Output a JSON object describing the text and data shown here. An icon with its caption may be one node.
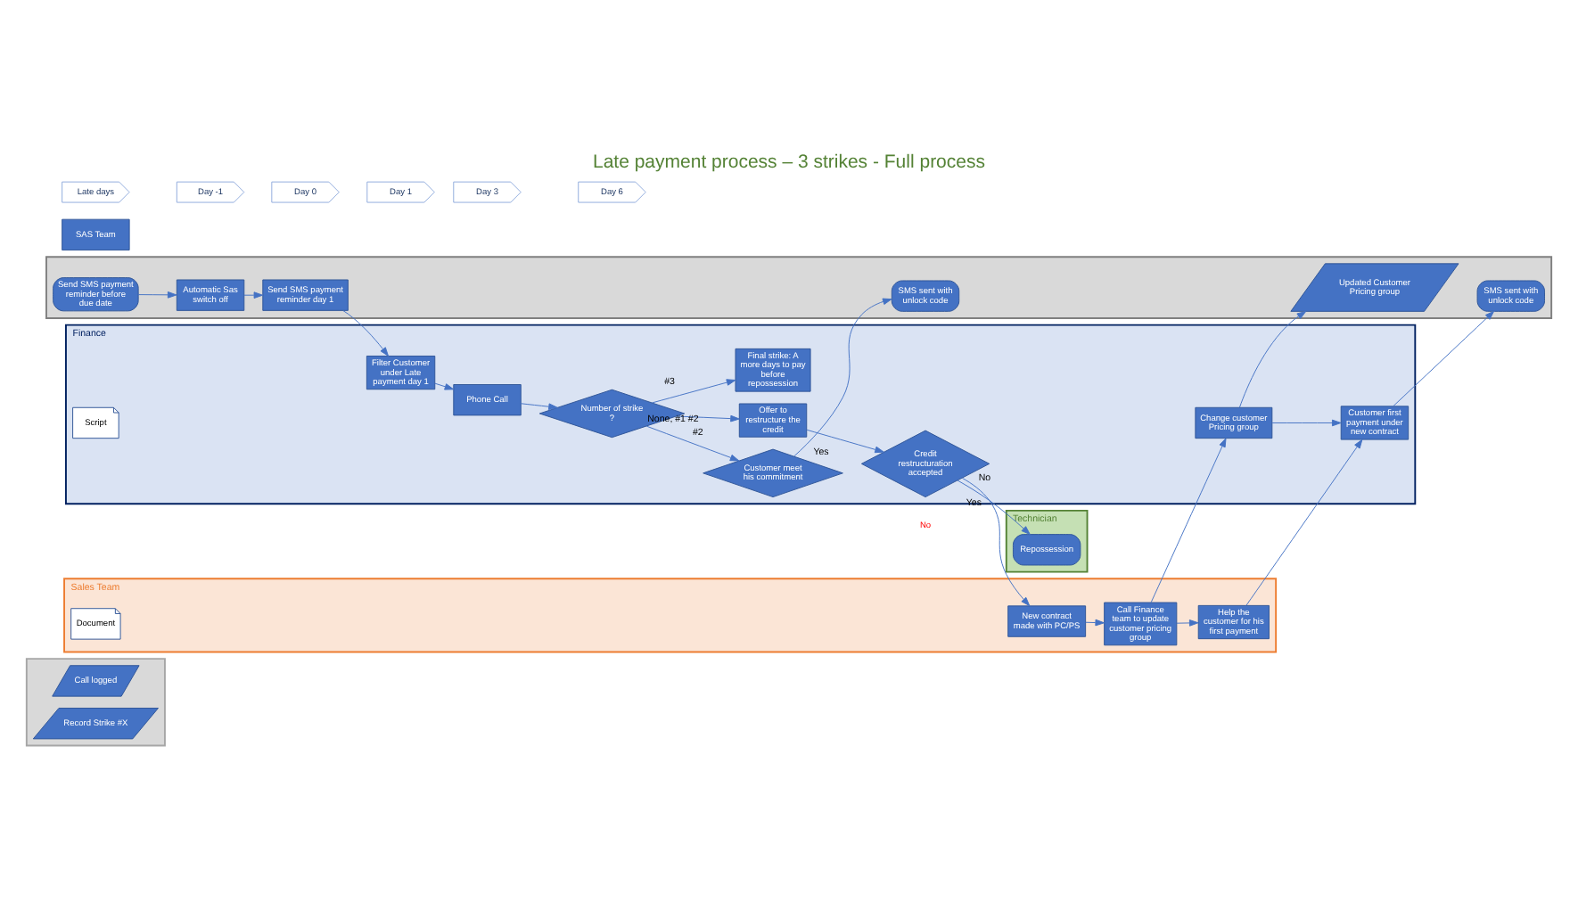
{
  "diagram": {
    "title": "Late payment process – 3 strikes - Full process",
    "nodes": [
      {
        "text": [
          "Late days"
        ]
      },
      {
        "text": [
          "Day -1"
        ]
      },
      {
        "text": [
          "Day 0"
        ]
      },
      {
        "text": [
          "Day 1"
        ]
      },
      {
        "text": [
          "Day 3"
        ]
      },
      {
        "text": [
          "Day 6"
        ]
      },
      {
        "text": [
          "Technician"
        ]
      },
      {
        "text": [
          "Repossession"
        ],
        "in": 6
      },
      {
        "text": [
          "SAS Team"
        ]
      },
      {
        "text": [
          "Sales Team"
        ]
      },
      {
        "text": [
          "New contract made with PC/PS"
        ],
        "in": 9
      },
      {
        "text": [
          "Call Finance team to update customer pricing group"
        ],
        "in": 9
      },
      {
        "text": [
          "Help the customer for his first payment"
        ],
        "in": 9
      },
      {
        "text": [
          "Document"
        ],
        "in": 9
      },
      {
        "text": [
          "Finance"
        ]
      },
      {
        "text": [
          "Filter Customer under Late payment day 1"
        ],
        "in": 14
      },
      {
        "text": [
          "Phone Call"
        ],
        "in": 14
      },
      {
        "text": [
          "Script"
        ],
        "in": 14
      },
      {
        "text": [
          "Number of strike ?"
        ],
        "in": 14
      },
      {
        "text": [
          "Final strike: A more days to pay before repossession"
        ],
        "in": 14
      },
      {
        "text": [
          "Offer to restructure the credit"
        ],
        "in": 14
      },
      {
        "text": [
          "Credit restructuration accepted"
        ],
        "in": 14
      },
      {
        "text": [
          "Customer meet his commitment"
        ],
        "in": 14
      },
      {
        "text": [
          "Change customer Pricing group"
        ],
        "in": 14
      },
      {
        "text": [
          "Customer first payment under new contract"
        ],
        "in": 14
      },
      {
        "text": [],
        "shape": "box"
      },
      {
        "text": [
          "Send SMS payment reminder before due date"
        ],
        "in": 25
      },
      {
        "text": [
          "Automatic Sas switch off"
        ],
        "in": 25
      },
      {
        "text": [
          "Send SMS payment reminder day 1"
        ],
        "in": 25
      },
      {
        "text": [
          "SMS sent with unlock code"
        ],
        "in": 25
      },
      {
        "text": [
          "Updated Customer Pricing group"
        ],
        "in": 25
      },
      {
        "text": [
          "SMS sent with unlock code"
        ],
        "in": 25
      },
      {
        "text": [],
        "shape": "box"
      },
      {
        "text": [
          "Call logged"
        ],
        "in": 32
      },
      {
        "text": [
          "Record Strike #X"
        ],
        "in": 32
      }
    ],
    "edges": [
      {
        "from": 26,
        "to": 27,
        "arrow": "to"
      },
      {
        "from": 27,
        "to": 28,
        "arrow": "to"
      },
      {
        "from": 28,
        "to": 15,
        "arrow": "to"
      },
      {
        "from": 15,
        "to": 16,
        "arrow": "to"
      },
      {
        "from": 16,
        "to": 18,
        "arrow": "to"
      },
      {
        "from": 18,
        "to": 19,
        "arrow": "to",
        "label": "#3"
      },
      {
        "from": 18,
        "to": 20,
        "arrow": "to",
        "label": "#2"
      },
      {
        "from": 18,
        "to": 22,
        "arrow": "to",
        "label": "None, #1 #2"
      },
      {
        "from": 20,
        "to": 21,
        "arrow": "to"
      },
      {
        "from": 21,
        "to": 7,
        "arrow": "to",
        "label": "No"
      },
      {
        "from": 21,
        "to": 10,
        "arrow": "to",
        "label": "Yes"
      },
      {
        "from": 10,
        "to": 11,
        "arrow": "to"
      },
      {
        "from": 11,
        "to": 12,
        "arrow": "to"
      },
      {
        "from": 11,
        "to": 23,
        "arrow": "to"
      },
      {
        "from": 23,
        "to": 24,
        "arrow": "to"
      },
      {
        "from": 12,
        "to": 24,
        "arrow": "to"
      },
      {
        "from": 22,
        "to": 29,
        "arrow": "to",
        "label": "Yes"
      },
      {
        "from": 23,
        "to": 30,
        "arrow": "to"
      },
      {
        "from": 24,
        "to": 31,
        "arrow": "to"
      }
    ],
    "labels": [
      "No"
    ]
  }
}
